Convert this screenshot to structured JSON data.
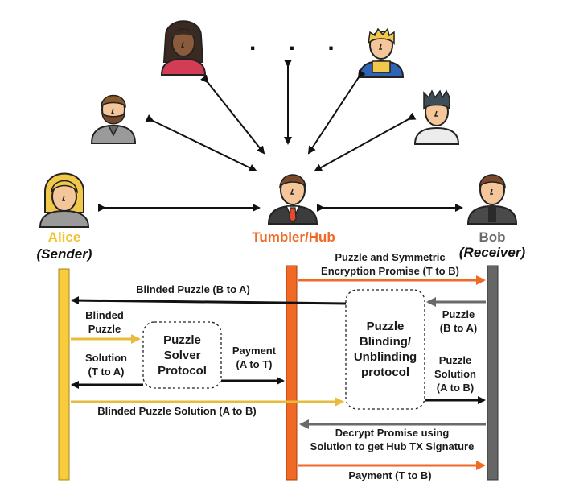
{
  "actors": {
    "alice": {
      "name": "Alice",
      "role": "(Sender)",
      "color": "#f2c230"
    },
    "hub": {
      "name": "Tumbler/Hub",
      "color": "#f06a25"
    },
    "bob": {
      "name": "Bob",
      "role": "(Receiver)",
      "color": "#6a6a6a"
    }
  },
  "ellipsis": ". . .",
  "messages": {
    "hub_to_bob_promise": {
      "line1": "Puzzle and Symmetric",
      "line2": "Encryption Promise (T to B)"
    },
    "blinded_puzzle_b_to_a": "Blinded Puzzle (B to A)",
    "puzzle_b_to_a": {
      "line1": "Puzzle",
      "line2": "(B to A)"
    },
    "blinded_puzzle_left": {
      "line1": "Blinded",
      "line2": "Puzzle"
    },
    "solution_t_to_a": {
      "line1": "Solution",
      "line2": "(T to A)"
    },
    "payment_a_to_t": {
      "line1": "Payment",
      "line2": "(A to T)"
    },
    "puzzle_solution_a_to_b": {
      "line1": "Puzzle",
      "line2": "Solution",
      "line3": "(A to B)"
    },
    "blinded_solution_a_to_b": "Blinded Puzzle Solution (A to B)",
    "decrypt_promise": {
      "line1": "Decrypt Promise using",
      "line2": "Solution to get Hub TX Signature"
    },
    "payment_t_to_b": "Payment (T to B)"
  },
  "protocols": {
    "puzzle_solver": {
      "line1": "Puzzle",
      "line2": "Solver",
      "line3": "Protocol"
    },
    "blinding": {
      "line1": "Puzzle",
      "line2": "Blinding/",
      "line3": "Unblinding",
      "line4": "protocol"
    }
  },
  "colors": {
    "orange_arrow": "#f06a25",
    "yellow_arrow": "#e8bb3a",
    "gray_arrow": "#6a6a6a",
    "black_arrow": "#111111"
  }
}
